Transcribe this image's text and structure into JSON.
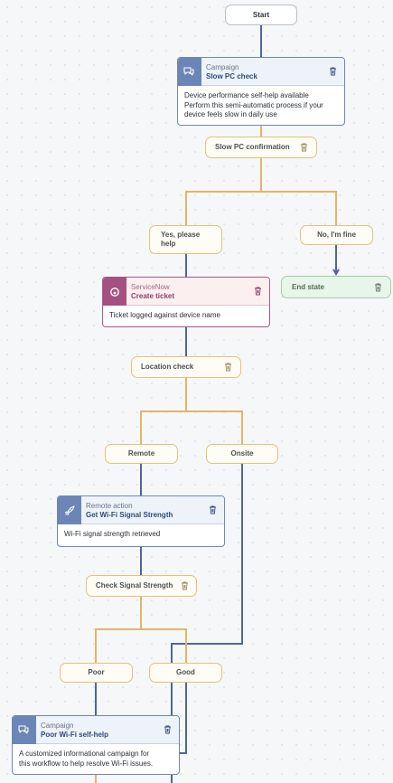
{
  "nodes": {
    "start": {
      "label": "Start"
    },
    "slow_pc_check": {
      "type": "Campaign",
      "title": "Slow PC check",
      "body": "Device performance self-help available\nPerform this semi-automatic process if your\ndevice feels slow in daily use"
    },
    "slow_pc_confirmation": {
      "label": "Slow PC confirmation"
    },
    "yes_please_help": {
      "label": "Yes, please\nhelp"
    },
    "no_im_fine": {
      "label": "No, I'm fine"
    },
    "end_state": {
      "label": "End state"
    },
    "create_ticket": {
      "type": "ServiceNow",
      "title": "Create ticket",
      "body": "Ticket logged against device name"
    },
    "location_check": {
      "label": "Location check"
    },
    "remote": {
      "label": "Remote"
    },
    "onsite": {
      "label": "Onsite"
    },
    "wifi_signal": {
      "type": "Remote action",
      "title": "Get Wi-Fi Signal Strength",
      "body": "Wi-Fi signal strength retrieved"
    },
    "check_signal_strength": {
      "label": "Check Signal Strength"
    },
    "poor": {
      "label": "Poor"
    },
    "good": {
      "label": "Good"
    },
    "poor_wifi": {
      "type": "Campaign",
      "title": "Poor Wi-Fi self-help",
      "body": "A customized informational campaign for\nthis workflow to help resolve Wi-Fi issues."
    }
  },
  "colors": {
    "blue_edge": "#4f6796",
    "gold_edge": "#dfb766",
    "campaign_accent": "#6b85b6",
    "servicenow_accent": "#a3527f",
    "end_state": "#9fd0a4"
  },
  "icons": {
    "campaign": "chat-bubbles-icon",
    "servicenow": "servicenow-ring-icon",
    "remote_action": "rocket-icon",
    "delete": "trash-icon"
  }
}
